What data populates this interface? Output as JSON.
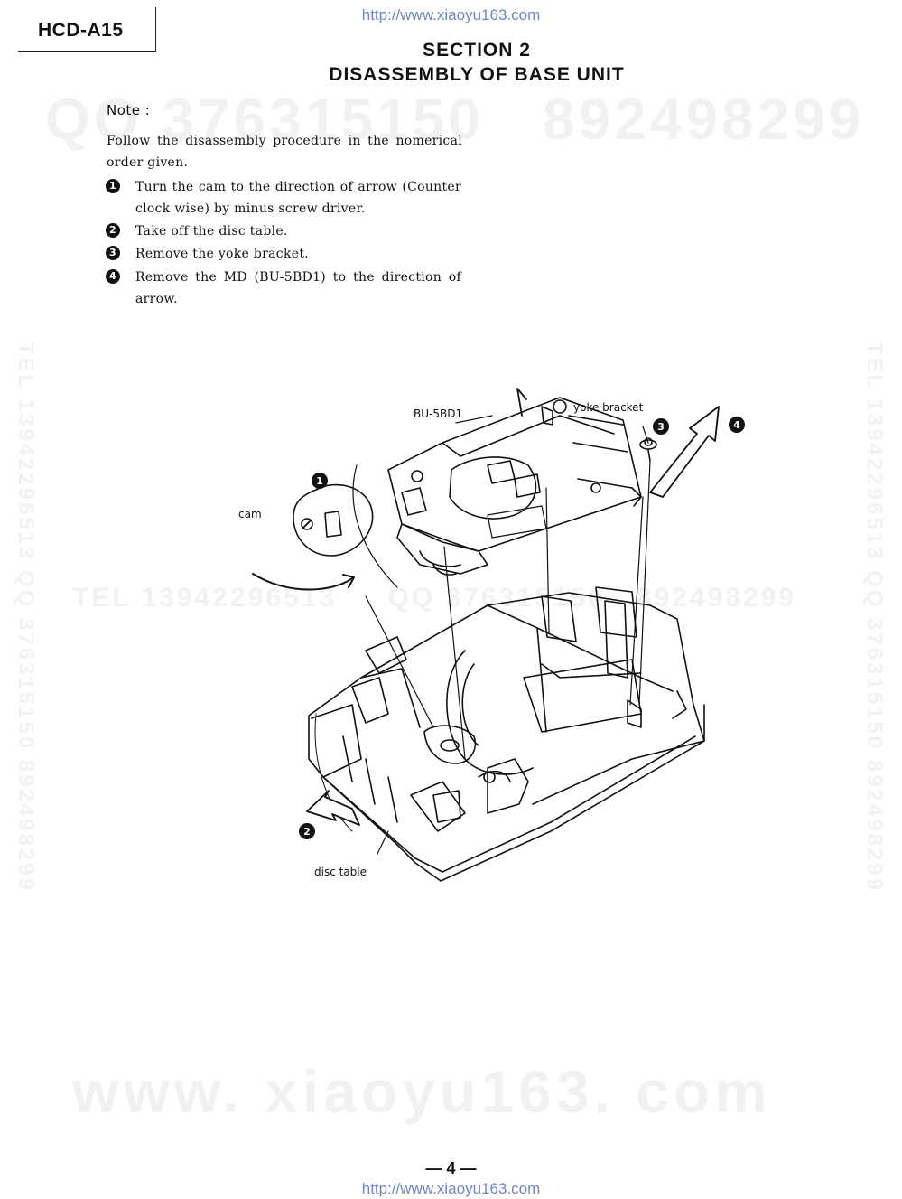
{
  "header": {
    "model": "HCD-A15",
    "url_top": "http://www.xiaoyu163.com"
  },
  "section": {
    "line1": "SECTION 2",
    "line2": "DISASSEMBLY OF BASE UNIT"
  },
  "note": {
    "heading": "Note :",
    "intro": "Follow the disassembly procedure in the nomerical order given.",
    "steps": [
      {
        "num": "1",
        "text": "Turn the cam to the direction of arrow (Counter clock wise) by minus screw driver."
      },
      {
        "num": "2",
        "text": "Take off the disc table."
      },
      {
        "num": "3",
        "text": "Remove the yoke bracket."
      },
      {
        "num": "4",
        "text": "Remove the MD (BU-5BD1) to the direction of arrow."
      }
    ]
  },
  "figure": {
    "labels": {
      "bu": "BU-5BD1",
      "yoke": "yoke bracket",
      "cam": "cam",
      "disc": "disc table"
    },
    "markers": [
      "1",
      "2",
      "3",
      "4"
    ]
  },
  "watermarks": {
    "qq": "QQ 376315150   892498299",
    "tel": "TEL 13942296513     QQ 376315150   892498299",
    "www": "www. xiaoyu163. com",
    "vertical": "TEL 13942296513 QQ 376315150 892498299"
  },
  "footer": {
    "page": "— 4 —",
    "url_bottom": "http://www.xiaoyu163.com"
  }
}
